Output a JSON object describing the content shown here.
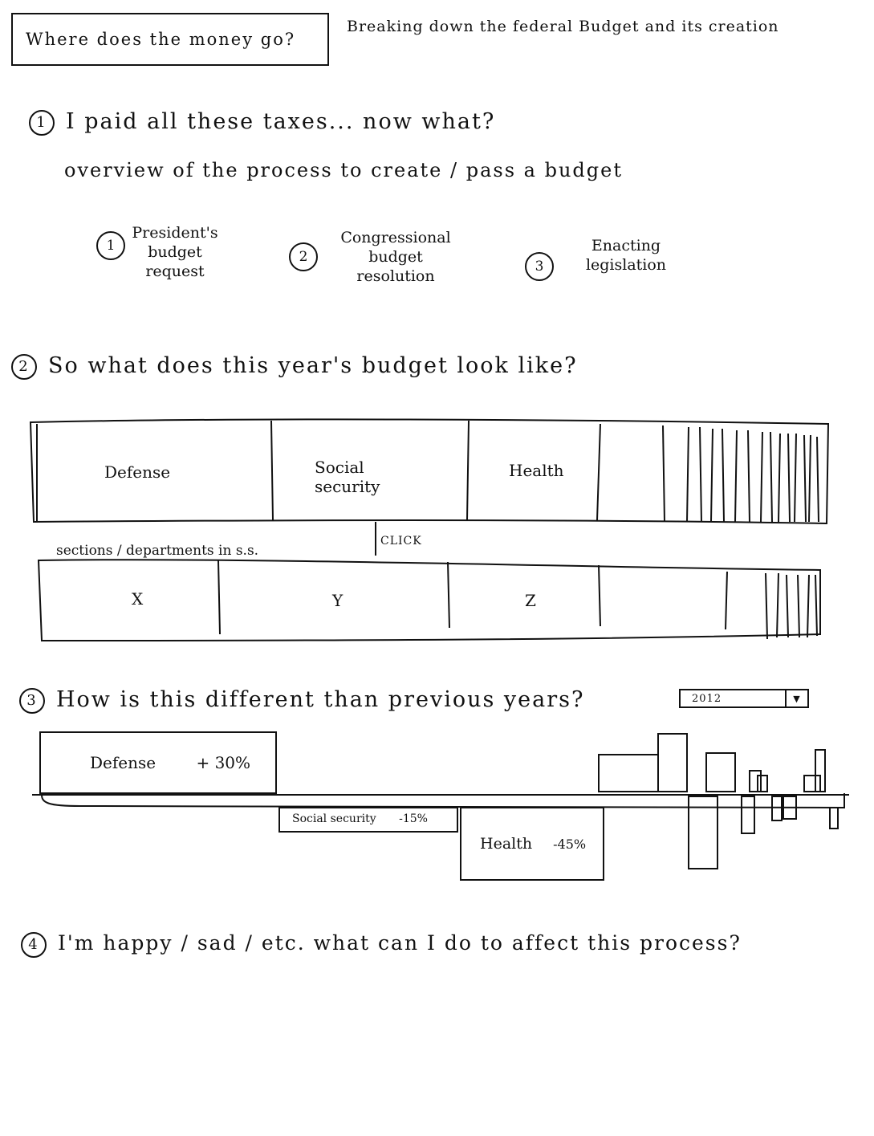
{
  "header": {
    "title": "Where does the money go?",
    "subtitle": "Breaking down the federal Budget and its creation"
  },
  "section1": {
    "number": "1",
    "question": "I paid all these taxes... now what?",
    "overview": "overview of the process to create / pass a budget",
    "steps": [
      {
        "num": "1",
        "lines": [
          "President's",
          "budget",
          "request"
        ]
      },
      {
        "num": "2",
        "lines": [
          "Congressional",
          "budget",
          "resolution"
        ]
      },
      {
        "num": "3",
        "lines": [
          "Enacting",
          "legislation"
        ]
      }
    ]
  },
  "section2": {
    "number": "2",
    "question": "So what does this year's budget look like?",
    "top_bar": [
      "Defense",
      "Social security",
      "Health"
    ],
    "sub_label": "sections / departments in s.s.",
    "click_label": "CLICK",
    "sub_bar": [
      "X",
      "Y",
      "Z"
    ]
  },
  "section3": {
    "number": "3",
    "question": "How is this different than previous years?",
    "year_select": "2012",
    "changes": [
      {
        "label": "Defense",
        "change": "+ 30%",
        "value": 30
      },
      {
        "label": "Social security",
        "change": "-15%",
        "value": -15
      },
      {
        "label": "Health",
        "change": "-45%",
        "value": -45
      }
    ]
  },
  "section4": {
    "number": "4",
    "question": "I'm happy / sad / etc. what can I do to affect this process?"
  }
}
